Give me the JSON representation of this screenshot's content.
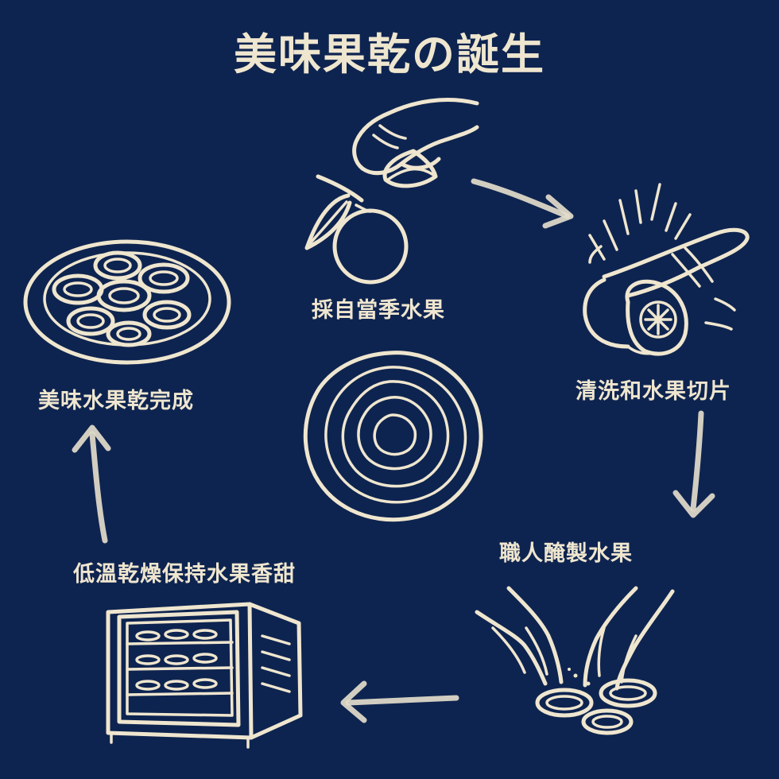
{
  "title": "美味果乾の誕生",
  "steps": [
    {
      "label": "採自當季水果",
      "icon": "hand-picking-orange-icon"
    },
    {
      "label": "清洗和水果切片",
      "icon": "knife-slicing-fruit-icon"
    },
    {
      "label": "職人醃製水果",
      "icon": "hands-pickling-fruit-icon"
    },
    {
      "label": "低溫乾燥保持水果香甜",
      "icon": "dehydrator-oven-icon"
    },
    {
      "label": "美味水果乾完成",
      "icon": "dried-fruit-plate-icon"
    }
  ],
  "center_icon": "dried-fruit-slice-icon",
  "colors": {
    "background": "#0e2450",
    "foreground": "#efe6cf"
  }
}
